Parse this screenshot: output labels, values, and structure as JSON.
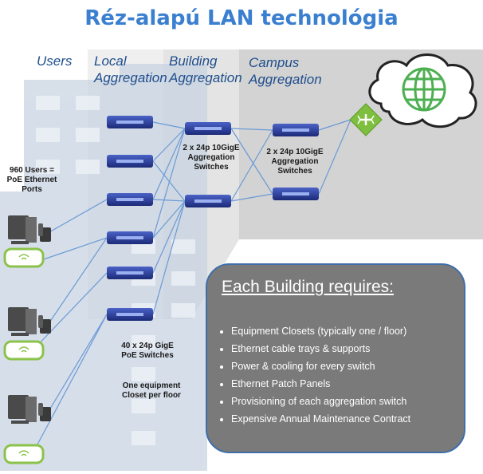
{
  "title": "Réz-alapú LAN technológia",
  "columns": {
    "users": "Users",
    "local": [
      "Local",
      "Aggregation"
    ],
    "building": [
      "Building",
      "Aggregation"
    ],
    "campus": [
      "Campus",
      "Aggregation"
    ]
  },
  "labels": {
    "users_ports": [
      "960 Users =",
      "PoE Ethernet",
      "Ports"
    ],
    "building_switches": [
      "2 x 24p 10GigE",
      "Aggregation",
      "Switches"
    ],
    "campus_switches": [
      "2 x 24p 10GigE",
      "Aggregation",
      "Switches"
    ],
    "local_switches": [
      "40 x 24p GigE",
      "PoE Switches"
    ],
    "closet": [
      "One equipment",
      "Closet per floor"
    ]
  },
  "requirements": {
    "title": "Each Building requires:",
    "items": [
      "Equipment Closets (typically one / floor)",
      "Ethernet cable trays & supports",
      "Power & cooling for every switch",
      "Ethernet Patch Panels",
      "Provisioning of each aggregation switch",
      "Expensive Annual Maintenance Contract"
    ]
  },
  "icons": {
    "internet": "globe-icon",
    "router": "router-icon",
    "switch": "switch-icon",
    "pc": "desktop-pc-icon",
    "phone": "ip-phone-icon",
    "wifi": "wifi-access-point-icon"
  },
  "colors": {
    "title": "#3a7fd0",
    "switch": "#2b3f9a",
    "router": "#7fbf3f",
    "globe": "#4caf50",
    "box_fill": "#7a7a7a",
    "box_border": "#3f6ea8",
    "line": "#6a9ad6"
  }
}
